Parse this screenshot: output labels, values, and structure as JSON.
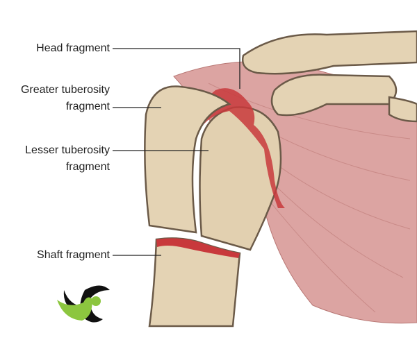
{
  "labels": {
    "head": "Head fragment",
    "greater_line1": "Greater tuberosity",
    "greater_line2": "fragment",
    "lesser_line1": "Lesser tuberosity",
    "lesser_line2": "fragment",
    "shaft": "Shaft fragment"
  },
  "colors": {
    "bone": "#e4d3b4",
    "bone_outline": "#6b5a48",
    "muscle": "#d99a98",
    "fracture": "#c8393c",
    "logo_green": "#8cc63f"
  }
}
